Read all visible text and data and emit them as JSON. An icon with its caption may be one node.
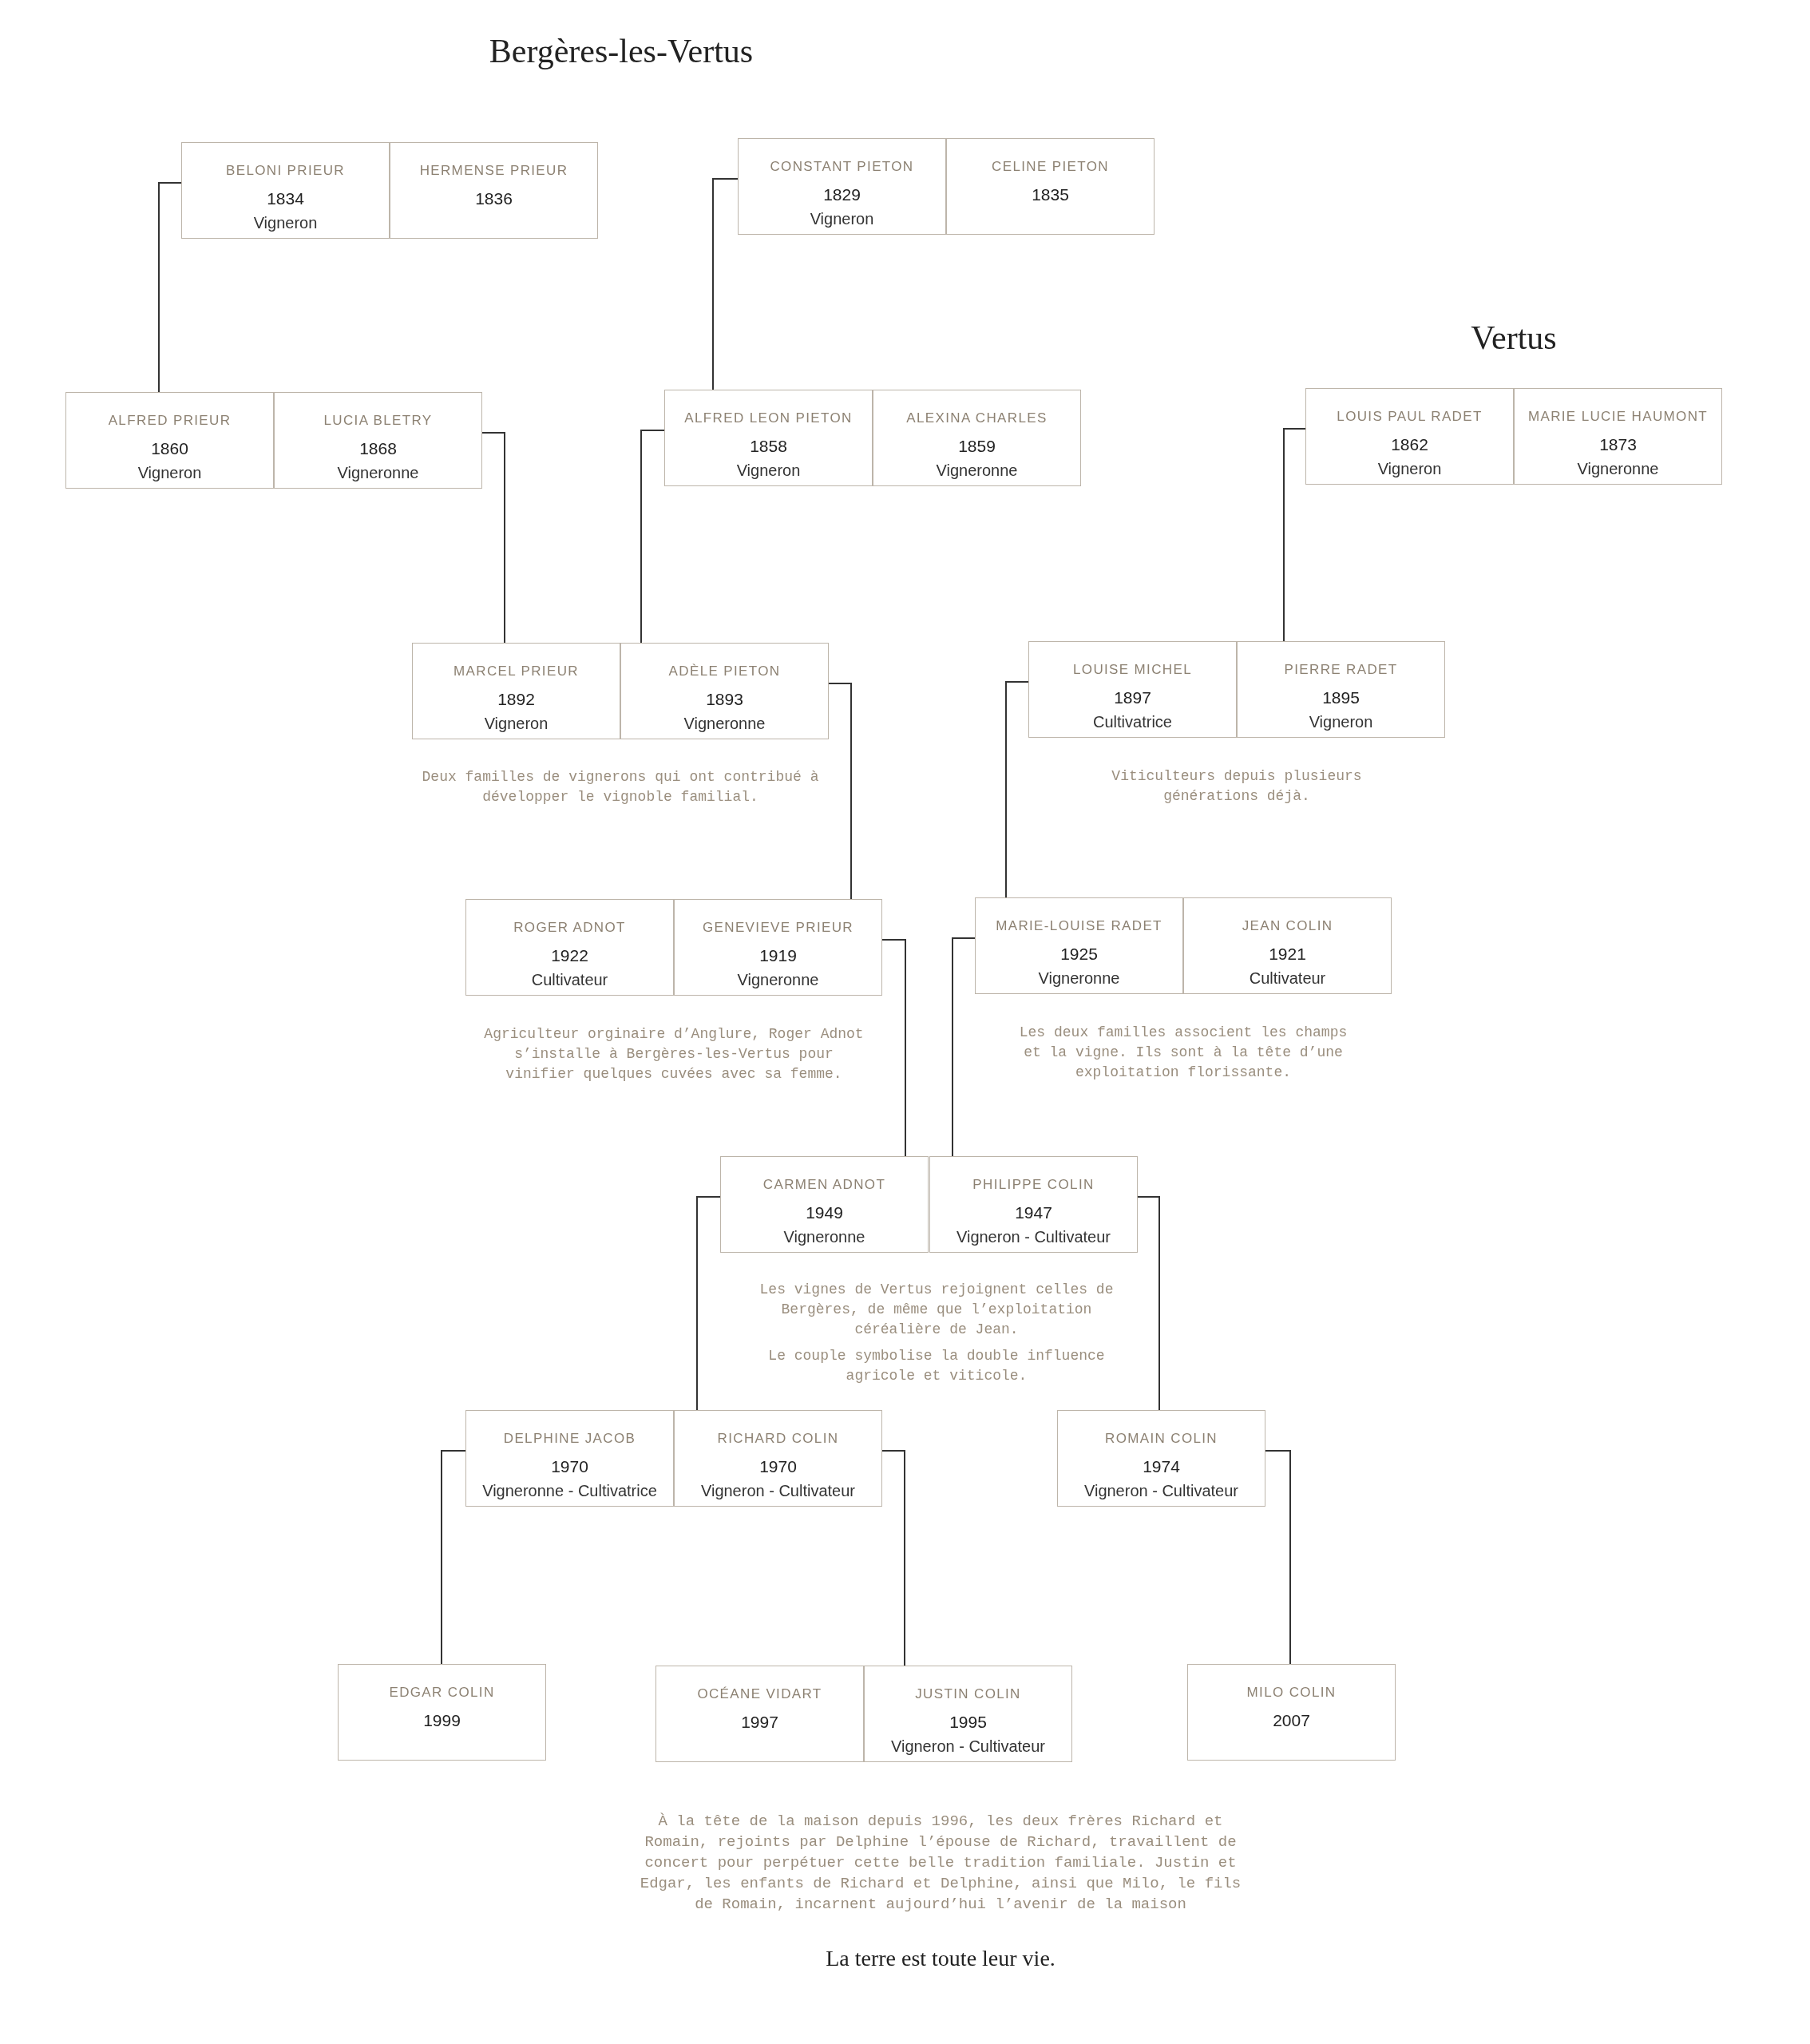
{
  "diagram": {
    "nodes": [
      {
        "text": [
          "BELONI PRIEUR",
          "1834",
          "Vigneron"
        ]
      },
      {
        "text": [
          "HERMENSE PRIEUR",
          "1836"
        ]
      },
      {
        "text": [
          "CONSTANT PIETON",
          "1829",
          "Vigneron"
        ]
      },
      {
        "text": [
          "CELINE PIETON",
          "1835"
        ]
      },
      {
        "text": [
          "ALFRED PRIEUR",
          "1860",
          "Vigneron"
        ]
      },
      {
        "text": [
          "LUCIA BLETRY",
          "1868",
          "Vigneronne"
        ]
      },
      {
        "text": [
          "ALFRED LEON PIETON",
          "1858",
          "Vigneron"
        ]
      },
      {
        "text": [
          "ALEXINA CHARLES",
          "1859",
          "Vigneronne"
        ]
      },
      {
        "text": [
          "LOUIS PAUL RADET",
          "1862",
          "Vigneron"
        ]
      },
      {
        "text": [
          "MARIE LUCIE HAUMONT",
          "1873",
          "Vigneronne"
        ]
      },
      {
        "text": [
          "MARCEL PRIEUR",
          "1892",
          "Vigneron"
        ]
      },
      {
        "text": [
          "ADÈLE PIETON",
          "1893",
          "Vigneronne"
        ]
      },
      {
        "text": [
          "LOUISE MICHEL",
          "1897",
          "Cultivatrice"
        ]
      },
      {
        "text": [
          "PIERRE RADET",
          "1895",
          "Vigneron"
        ]
      },
      {
        "text": [
          "ROGER ADNOT",
          "1922",
          "Cultivateur"
        ]
      },
      {
        "text": [
          "GENEVIEVE PRIEUR",
          "1919",
          "Vigneronne"
        ]
      },
      {
        "text": [
          "MARIE-LOUISE RADET",
          "1925",
          "Vigneronne"
        ]
      },
      {
        "text": [
          "JEAN COLIN",
          "1921",
          "Cultivateur"
        ]
      },
      {
        "text": [
          "CARMEN ADNOT",
          "1949",
          "Vigneronne"
        ]
      },
      {
        "text": [
          "PHILIPPE COLIN",
          "1947",
          "Vigneron - Cultivateur"
        ]
      },
      {
        "text": [
          "DELPHINE JACOB",
          "1970",
          "Vigneronne - Cultivatrice"
        ]
      },
      {
        "text": [
          "RICHARD COLIN",
          "1970",
          "Vigneron - Cultivateur"
        ]
      },
      {
        "text": [
          "ROMAIN COLIN",
          "1974",
          "Vigneron - Cultivateur"
        ]
      },
      {
        "text": [
          "EDGAR COLIN",
          "1999"
        ]
      },
      {
        "text": [
          "OCÉANE VIDART",
          "1997"
        ]
      },
      {
        "text": [
          "JUSTIN COLIN",
          "1995",
          "Vigneron - Cultivateur"
        ]
      },
      {
        "text": [
          "MILO COLIN",
          "2007"
        ]
      }
    ],
    "edges": [
      {
        "from": 0,
        "to": 4,
        "arrow": "none"
      },
      {
        "from": 2,
        "to": 6,
        "arrow": "none"
      },
      {
        "from": 5,
        "to": 10,
        "arrow": "none"
      },
      {
        "from": 6,
        "to": 11,
        "arrow": "none"
      },
      {
        "from": 8,
        "to": 13,
        "arrow": "none"
      },
      {
        "from": 11,
        "to": 15,
        "arrow": "none"
      },
      {
        "from": 12,
        "to": 16,
        "arrow": "none"
      },
      {
        "from": 15,
        "to": 18,
        "arrow": "none"
      },
      {
        "from": 16,
        "to": 19,
        "arrow": "none"
      },
      {
        "from": 18,
        "to": 21,
        "arrow": "none"
      },
      {
        "from": 19,
        "to": 22,
        "arrow": "none"
      },
      {
        "from": 20,
        "to": 23,
        "arrow": "none"
      },
      {
        "from": 21,
        "to": 25,
        "arrow": "none"
      },
      {
        "from": 22,
        "to": 26,
        "arrow": "none"
      }
    ],
    "labels": [
      "Bergères-les-Vertus",
      "Vertus",
      "Deux familles de vignerons qui ont contribué à développer le vignoble familial.",
      "Viticulteurs depuis plusieurs générations déjà.",
      "Agriculteur orginaire d’Anglure, Roger Adnot s’installe à Bergères-les-Vertus pour vinifier quelques cuvées avec sa femme.",
      "Les deux familles associent les champs et la vigne. Ils sont à la tête d’une exploitation florissante.",
      "Les vignes de Vertus rejoignent celles de Bergères, de même que l’exploitation céréalière de Jean.",
      "Le couple symbolise la double influence agricole et viticole.",
      "À la tête de la maison depuis 1996, les deux frères Richard et Romain, rejoints par Delphine l’épouse de Richard, travaillent de concert pour perpétuer cette belle tradition familiale. Justin et Edgar, les enfants de Richard et Delphine, ainsi que Milo, le fils de Romain, incarnent aujourd’hui l’avenir de la maison",
      "La terre est toute leur vie."
    ]
  }
}
